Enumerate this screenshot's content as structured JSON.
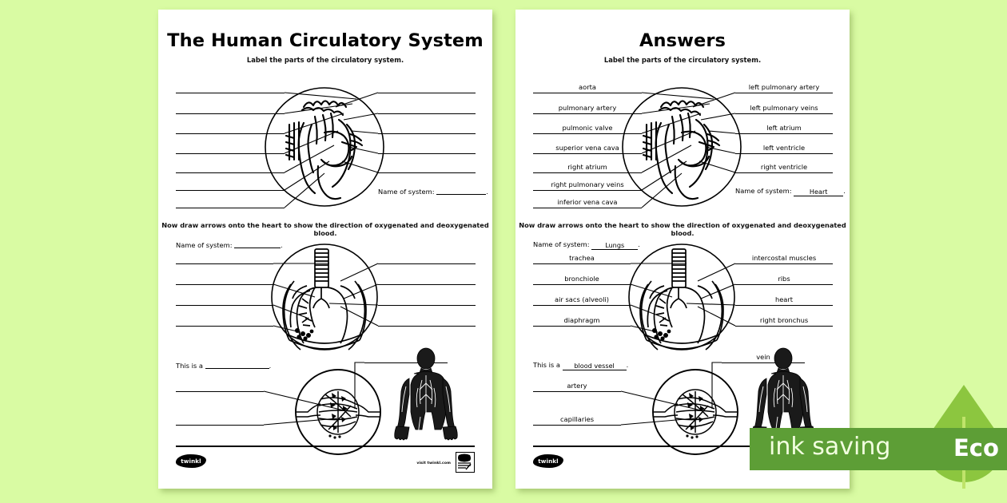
{
  "background_color": "#d9fba3",
  "eco_badge": {
    "ink_saving_label": "ink saving",
    "eco_label": "Eco",
    "ribbon_color": "#5d9e36",
    "leaf_color": "#8cc63f"
  },
  "worksheet": {
    "title": "The Human Circulatory System",
    "subtitle": "Label the parts of the circulatory system.",
    "instruction": "Now draw arrows onto the heart to show the direction of oxygenated and deoxygenated blood.",
    "heart_section": {
      "left_labels": [
        "",
        "",
        "",
        "",
        "",
        "",
        ""
      ],
      "right_labels": [
        "",
        "",
        "",
        "",
        ""
      ],
      "name_of_system_prompt": "Name of system:",
      "name_of_system_value": ""
    },
    "lungs_section": {
      "name_of_system_prompt": "Name of system:",
      "name_of_system_value": "",
      "left_labels": [
        "",
        "",
        "",
        ""
      ],
      "right_labels": [
        "",
        "",
        "",
        ""
      ]
    },
    "vessel_section": {
      "this_is_a_prompt": "This is a",
      "this_is_a_value": "",
      "left_labels": [
        "",
        ""
      ],
      "right_labels": [
        ""
      ]
    },
    "footer": {
      "logo_text": "twinkl",
      "visit_text": "visit twinkl.com",
      "has_badge": true
    }
  },
  "answers": {
    "title": "Answers",
    "subtitle": "Label the parts of the circulatory system.",
    "instruction": "Now draw arrows onto the heart to show the direction of oxygenated and deoxygenated blood.",
    "heart_section": {
      "left_labels": [
        "aorta",
        "pulmonary artery",
        "pulmonic valve",
        "superior vena cava",
        "right atrium",
        "right pulmonary veins",
        "inferior vena cava"
      ],
      "right_labels": [
        "left pulmonary artery",
        "left pulmonary veins",
        "left atrium",
        "left ventricle",
        "right ventricle"
      ],
      "name_of_system_prompt": "Name of system:",
      "name_of_system_value": "Heart"
    },
    "lungs_section": {
      "name_of_system_prompt": "Name of system:",
      "name_of_system_value": "Lungs",
      "left_labels": [
        "trachea",
        "bronchiole",
        "air sacs (alveoli)",
        "diaphragm"
      ],
      "right_labels": [
        "intercostal muscles",
        "ribs",
        "heart",
        "right bronchus"
      ]
    },
    "vessel_section": {
      "this_is_a_prompt": "This is a",
      "this_is_a_value": "blood vessel",
      "left_labels": [
        "artery",
        "capillaries"
      ],
      "right_labels": [
        "vein"
      ]
    },
    "footer": {
      "logo_text": "twinkl",
      "visit_text": "",
      "has_badge": false
    }
  }
}
